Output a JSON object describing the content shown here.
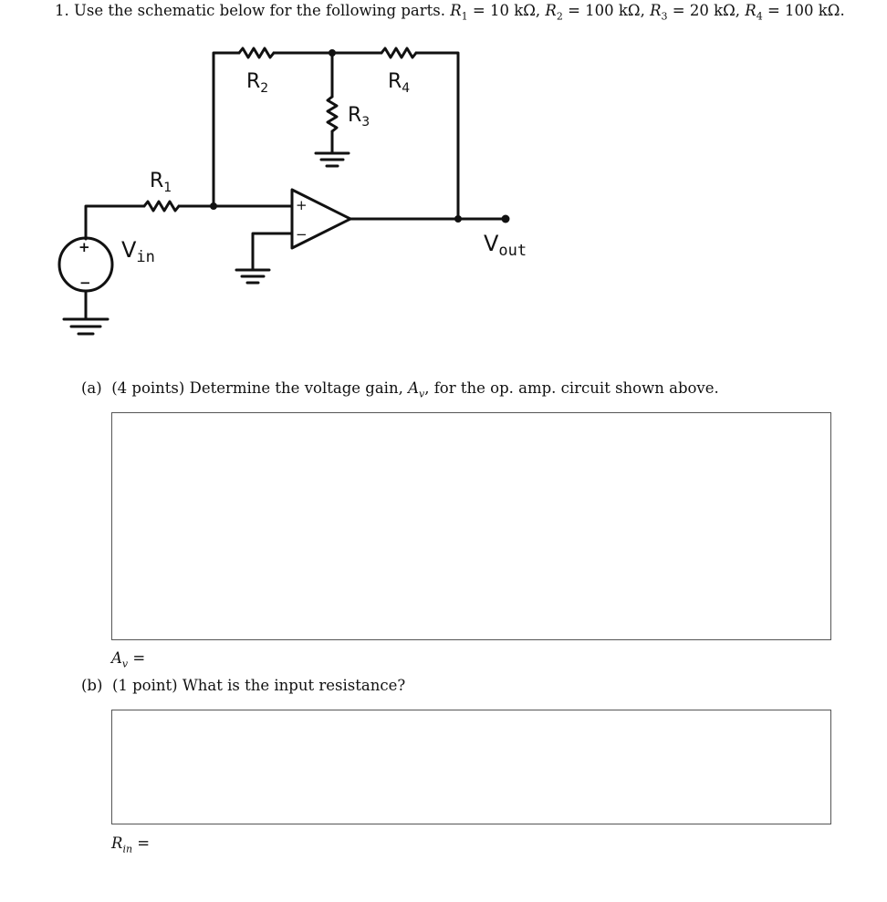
{
  "problem": {
    "number": "1.",
    "intro": "Use the schematic below for the following parts.",
    "values": [
      {
        "sym": "R",
        "sub": "1",
        "val": "10 kΩ"
      },
      {
        "sym": "R",
        "sub": "2",
        "val": "100 kΩ"
      },
      {
        "sym": "R",
        "sub": "3",
        "val": "20 kΩ"
      },
      {
        "sym": "R",
        "sub": "4",
        "val": "100 kΩ"
      }
    ]
  },
  "schematic": {
    "labels": {
      "r1": {
        "main": "R",
        "sub": "1"
      },
      "r2": {
        "main": "R",
        "sub": "2"
      },
      "r3": {
        "main": "R",
        "sub": "3"
      },
      "r4": {
        "main": "R",
        "sub": "4"
      },
      "vin": {
        "main": "V",
        "sub": "in"
      },
      "vout": {
        "main": "V",
        "sub": "out"
      }
    },
    "opamp_plus": "+",
    "opamp_minus": "−",
    "source_plus": "+",
    "source_minus": "−"
  },
  "parts": [
    {
      "label": "(a)",
      "points": "(4 points)",
      "question_pre": "Determine the voltage gain, ",
      "question_sym": "A",
      "question_sub": "v",
      "question_post": ", for the op. amp. circuit shown above.",
      "answer_sym": "A",
      "answer_sub": "v",
      "answer_eq": "="
    },
    {
      "label": "(b)",
      "points": "(1 point)",
      "question_pre": "What is the input resistance?",
      "answer_sym": "R",
      "answer_sub": "in",
      "answer_eq": "="
    }
  ]
}
